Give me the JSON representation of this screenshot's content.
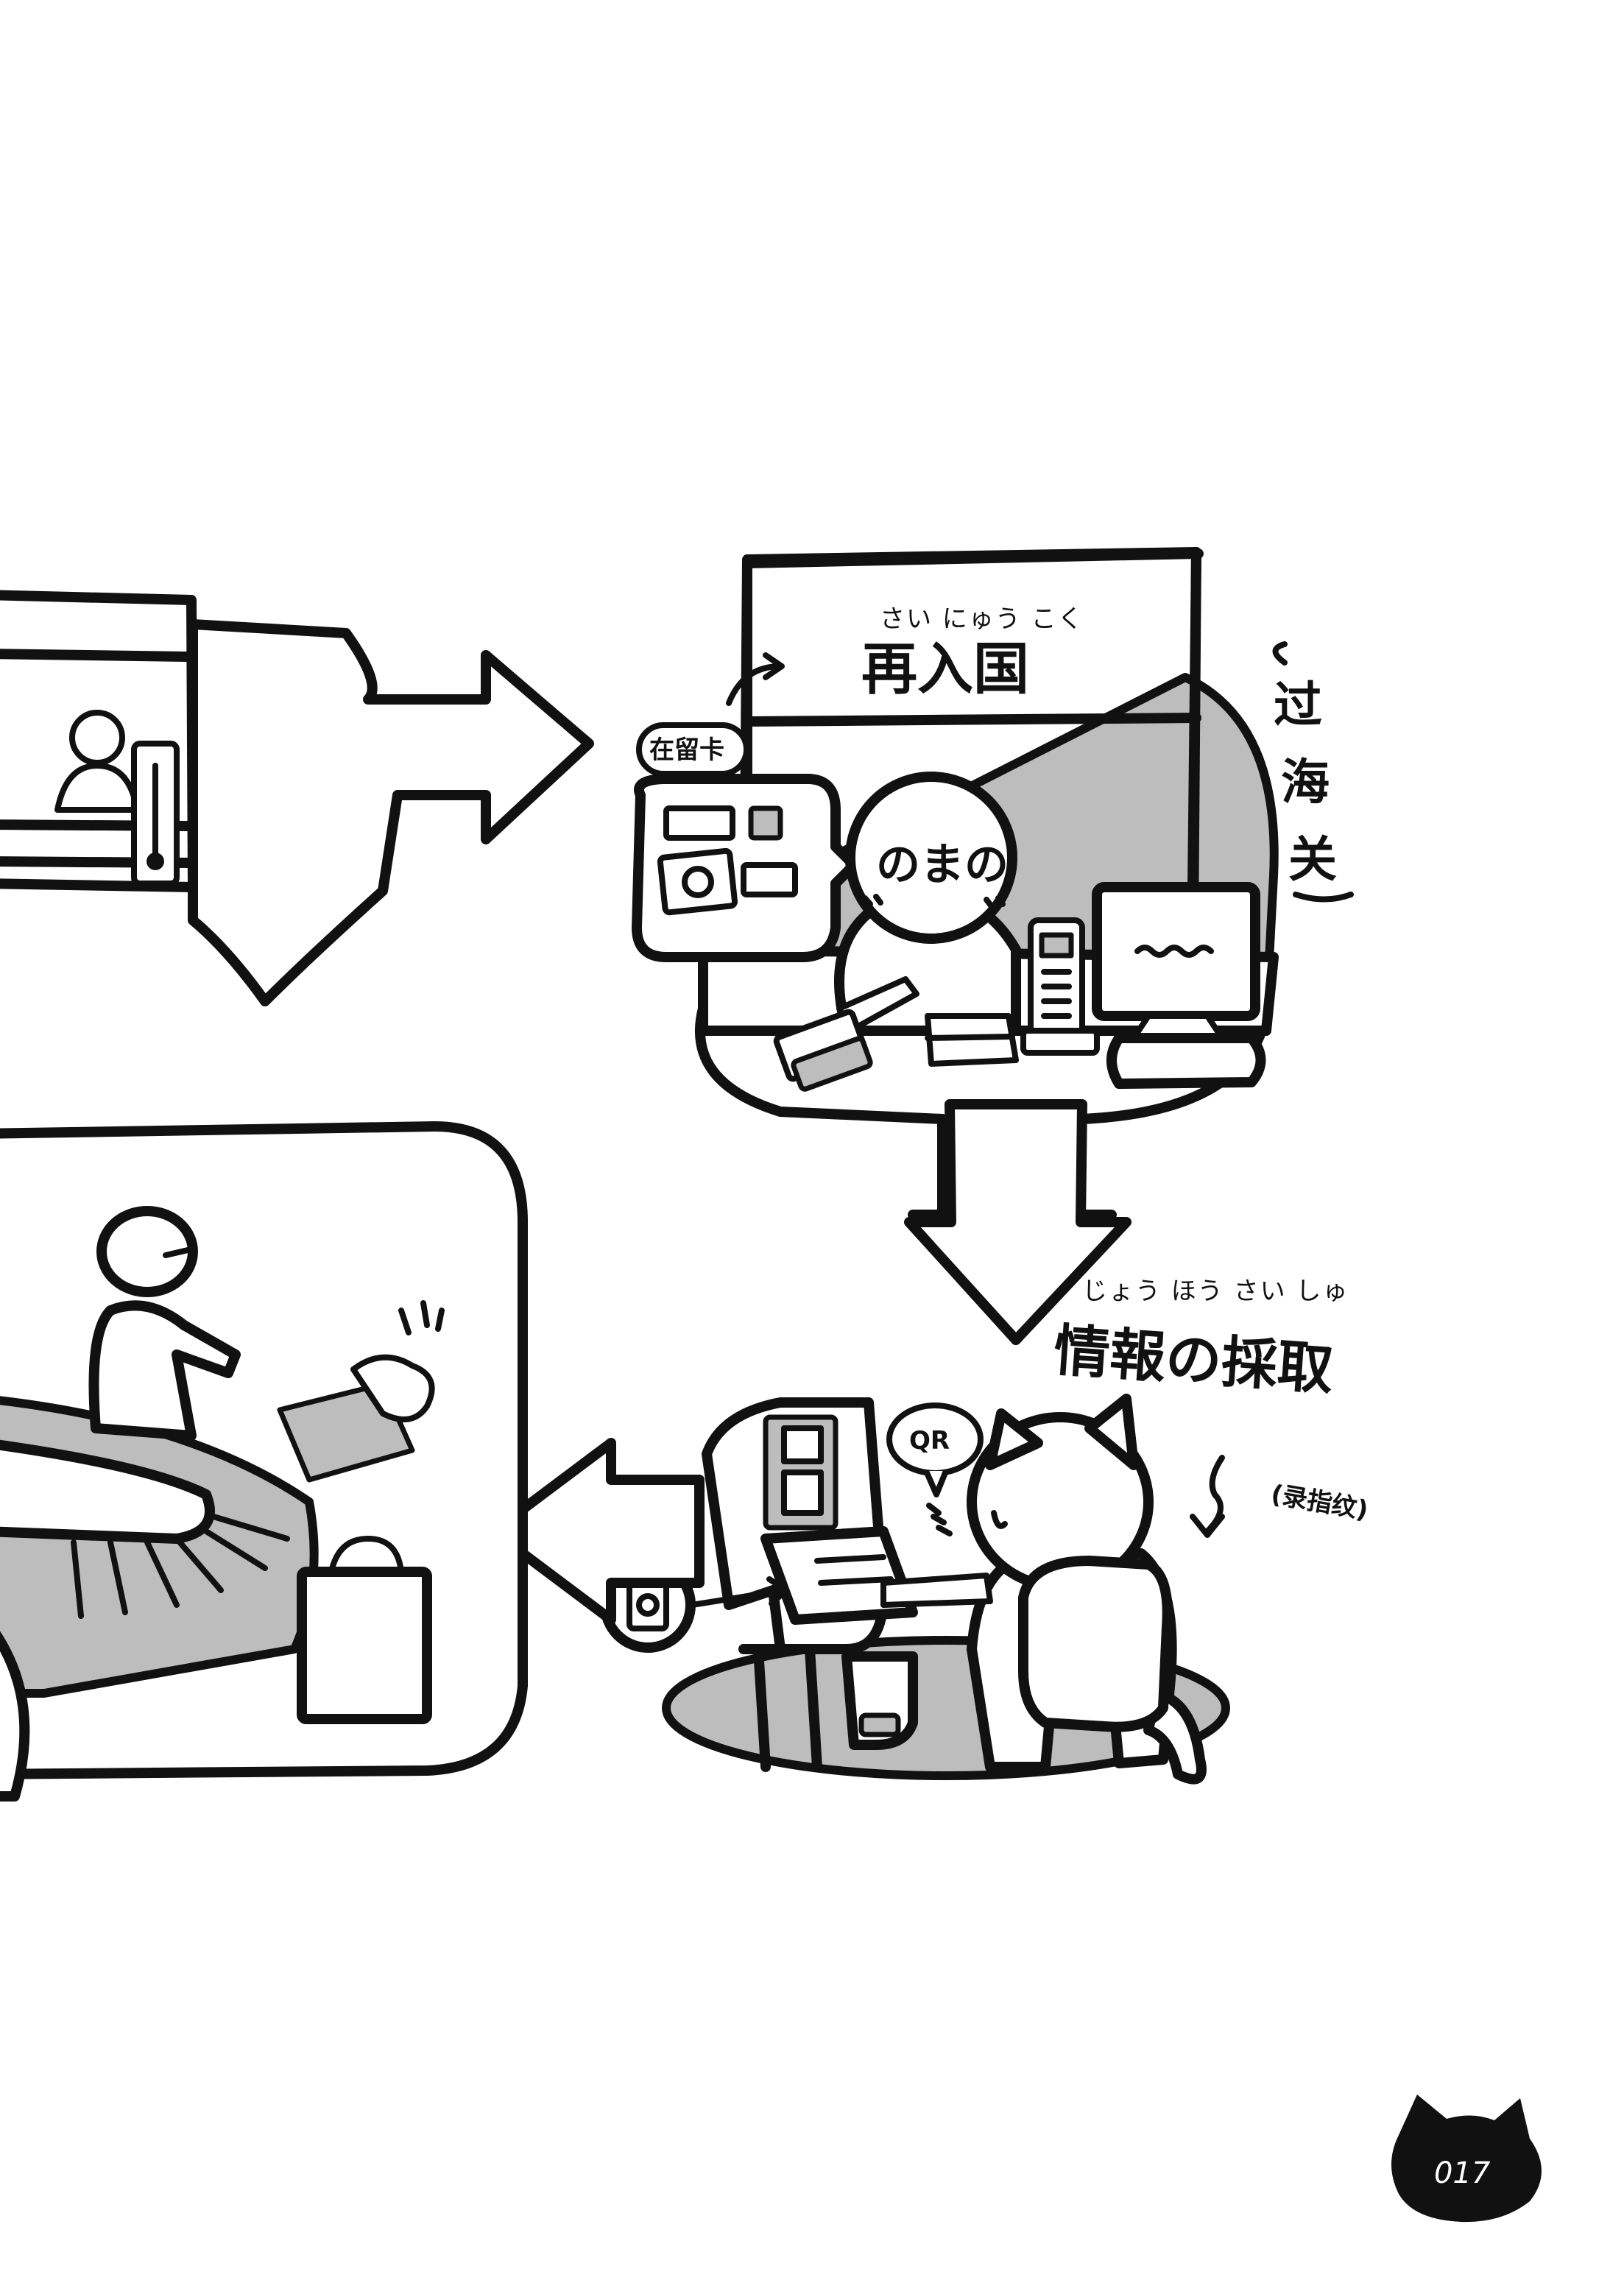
{
  "reentry": {
    "reading": "さい にゅう こく",
    "title": "再入国",
    "side_note": "(过海关)",
    "card_tag": "在留卡",
    "staff_face": "のまの"
  },
  "info": {
    "reading": "じょう ほう  さい しゅ",
    "title": "情報の採取",
    "note": "(录指纹)",
    "qr": "QR"
  },
  "page_number": "017"
}
